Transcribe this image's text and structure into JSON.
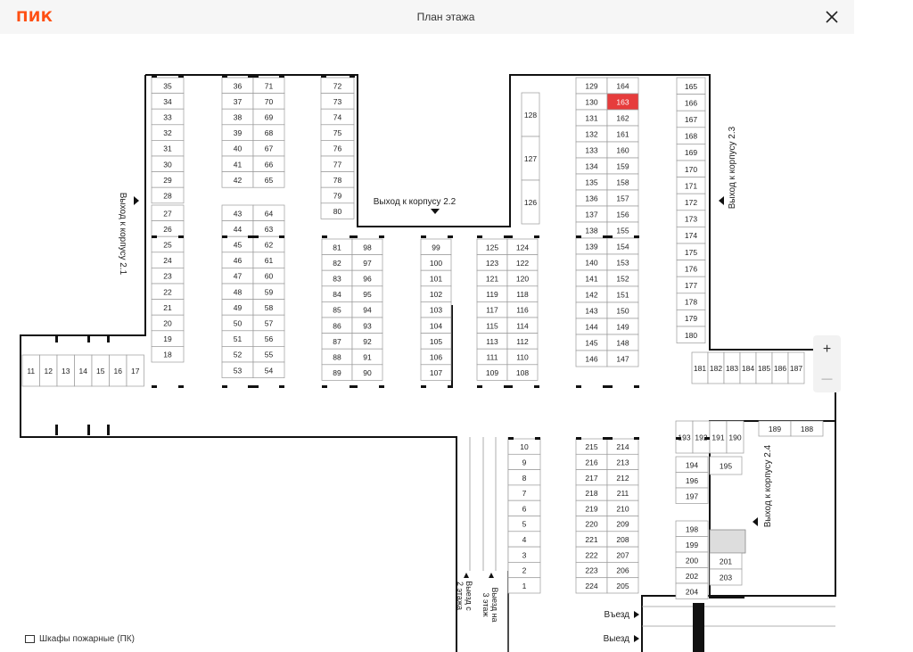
{
  "header": {
    "logo": "ПИК",
    "title": "План этажа"
  },
  "zoom": {
    "plus": "+",
    "minus": "—"
  },
  "legend": {
    "fire_cabinets": "Шкафы пожарные (ПК)"
  },
  "colors": {
    "selected": "#e63c3c",
    "wall": "#111111",
    "cell": "#9a9a9a"
  },
  "selected_spot": "163",
  "labels": {
    "exit_2_1": "Выход к корпусу 2.1",
    "exit_2_2": "Выход к корпусу 2.2",
    "exit_2_3": "Выход к корпусу 2.3",
    "exit_2_4": "Выход к корпусу 2.4",
    "exit_from_2": "Выезд с 2 этажа",
    "exit_to_3": "Выезд на 3 этаж",
    "entry": "Въезд",
    "exit": "Выезд"
  },
  "spots": {
    "col_a": [
      "35",
      "34",
      "33",
      "32",
      "31",
      "30",
      "29",
      "28",
      "27",
      "26",
      "25",
      "24",
      "23",
      "22",
      "21",
      "20",
      "19",
      "18"
    ],
    "col_b": [
      "36",
      "37",
      "38",
      "39",
      "40",
      "41",
      "42",
      "43",
      "44",
      "45",
      "46",
      "47",
      "48",
      "49",
      "50",
      "51",
      "52",
      "53"
    ],
    "col_c": [
      "71",
      "70",
      "69",
      "68",
      "67",
      "66",
      "65",
      "64",
      "63",
      "62",
      "61",
      "60",
      "59",
      "58",
      "57",
      "56",
      "55",
      "54"
    ],
    "col_d": [
      "72",
      "73",
      "74",
      "75",
      "76",
      "77",
      "78",
      "79",
      "80"
    ],
    "col_e": [
      "81",
      "82",
      "83",
      "84",
      "85",
      "86",
      "87",
      "88",
      "89"
    ],
    "col_f": [
      "98",
      "97",
      "96",
      "95",
      "94",
      "93",
      "92",
      "91",
      "90"
    ],
    "col_g": [
      "99",
      "100",
      "101",
      "102",
      "103",
      "104",
      "105",
      "106",
      "107"
    ],
    "col_h": [
      "125",
      "123",
      "121",
      "119",
      "117",
      "115",
      "113",
      "111",
      "109"
    ],
    "col_i": [
      "124",
      "122",
      "120",
      "118",
      "116",
      "114",
      "112",
      "110",
      "108"
    ],
    "col_j": [
      "128",
      "127",
      "126"
    ],
    "col_k": [
      "129",
      "130",
      "131",
      "132",
      "133",
      "134",
      "135",
      "136",
      "137",
      "138",
      "139",
      "140",
      "141",
      "142",
      "143",
      "144",
      "145",
      "146"
    ],
    "col_l": [
      "164",
      "163",
      "162",
      "161",
      "160",
      "159",
      "158",
      "157",
      "156",
      "155",
      "154",
      "153",
      "152",
      "151",
      "150",
      "149",
      "148",
      "147"
    ],
    "col_m": [
      "165",
      "166",
      "167",
      "168",
      "169",
      "170",
      "171",
      "172",
      "173",
      "174",
      "175",
      "176",
      "177",
      "178",
      "179",
      "180"
    ],
    "row_left": [
      "11",
      "12",
      "13",
      "14",
      "15",
      "16",
      "17"
    ],
    "row_right": [
      "181",
      "182",
      "183",
      "184",
      "185",
      "186",
      "187"
    ],
    "row_far": [
      "189",
      "188"
    ],
    "row_mid": [
      "193",
      "192",
      "191",
      "190"
    ],
    "col_n": [
      "10",
      "9",
      "8",
      "7",
      "6",
      "5",
      "4",
      "3",
      "2",
      "1"
    ],
    "col_o": [
      "215",
      "216",
      "217",
      "218",
      "219",
      "220",
      "221",
      "222",
      "223",
      "224"
    ],
    "col_p": [
      "214",
      "213",
      "212",
      "211",
      "210",
      "209",
      "208",
      "207",
      "206",
      "205"
    ],
    "col_q": [
      "194",
      "196",
      "197",
      "198",
      "199",
      "200",
      "202",
      "204"
    ],
    "col_r": [
      "195",
      "201",
      "203"
    ]
  }
}
